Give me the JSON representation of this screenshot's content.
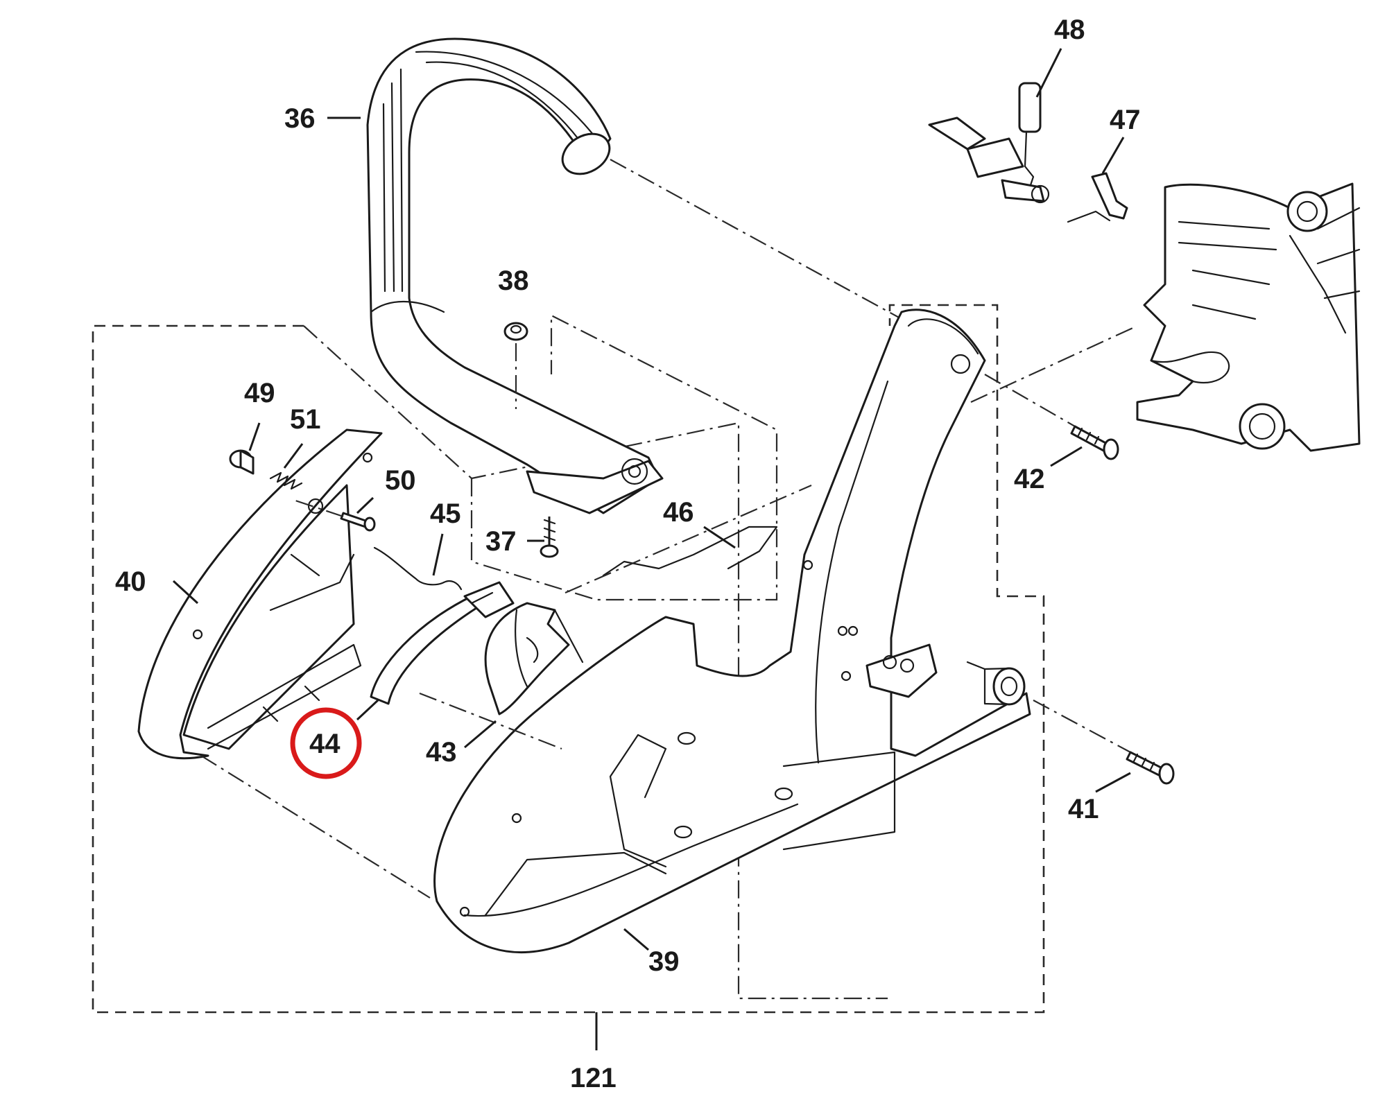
{
  "labels": {
    "p36": "36",
    "p37": "37",
    "p38": "38",
    "p39": "39",
    "p40": "40",
    "p41": "41",
    "p42": "42",
    "p43": "43",
    "p44": "44",
    "p45": "45",
    "p46": "46",
    "p47": "47",
    "p48": "48",
    "p49": "49",
    "p50": "50",
    "p51": "51",
    "p121": "121"
  },
  "highlight": {
    "part": "44",
    "color": "#d91a1a"
  }
}
